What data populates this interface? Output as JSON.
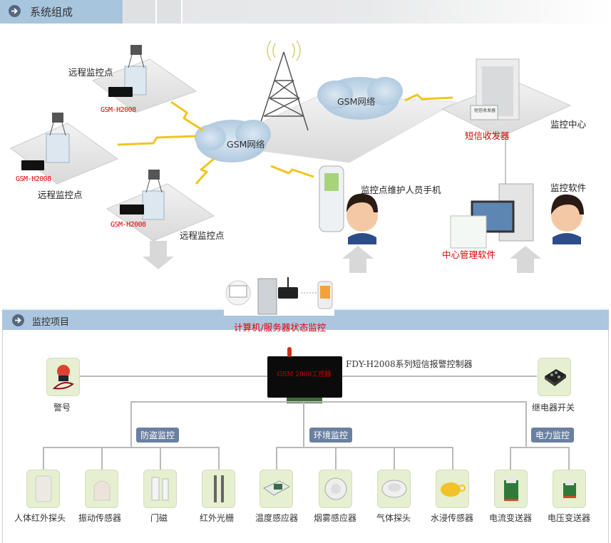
{
  "header": {
    "section1_title": "系统组成",
    "section2_title": "监控项目"
  },
  "topology": {
    "remote_sites": [
      {
        "label": "远程监控点",
        "device": "GSM-H2008"
      },
      {
        "label": "远程监控点",
        "device": "GSM-H2008"
      },
      {
        "label": "远程监控点",
        "device": "GSM-H2008"
      }
    ],
    "networks": [
      "GSM网络",
      "GSM网络"
    ],
    "phone_label": "监控点维护人员手机",
    "center_label": "监控中心",
    "sms_device_label": "短信收发器",
    "sms_device_tag": "短信收发器",
    "software_label": "监控软件",
    "mgmt_software_label": "中心管理软件",
    "server_monitor_label": "计算机/服务器状态监控"
  },
  "controller": {
    "name": "FDY-H2008系列短信报警控制器",
    "display_text": "GSM 2008工控器"
  },
  "outputs": [
    {
      "label": "警号",
      "icon": "siren-icon"
    },
    {
      "label": "继电器开关",
      "icon": "relay-icon"
    }
  ],
  "categories": [
    {
      "label": "防盗监控",
      "items": [
        {
          "label": "人体红外探头",
          "icon": "pir-sensor-icon"
        },
        {
          "label": "振动传感器",
          "icon": "vibration-sensor-icon"
        },
        {
          "label": "门磁",
          "icon": "door-magnet-icon"
        },
        {
          "label": "红外光栅",
          "icon": "infrared-barrier-icon"
        }
      ]
    },
    {
      "label": "环境监控",
      "items": [
        {
          "label": "温度感应器",
          "icon": "temperature-sensor-icon"
        },
        {
          "label": "烟雾感应器",
          "icon": "smoke-sensor-icon"
        },
        {
          "label": "气体探头",
          "icon": "gas-sensor-icon"
        },
        {
          "label": "水浸传感器",
          "icon": "water-sensor-icon"
        }
      ]
    },
    {
      "label": "电力监控",
      "items": [
        {
          "label": "电流变送器",
          "icon": "current-transmitter-icon"
        },
        {
          "label": "电压变送器",
          "icon": "voltage-transmitter-icon"
        }
      ]
    }
  ],
  "colors": {
    "header_blue": "#a8c5de",
    "badge_blue": "#6a80a0",
    "alert_red": "#e00000",
    "sensor_bg": "#e6efcf",
    "lightning": "#f2c41c"
  }
}
